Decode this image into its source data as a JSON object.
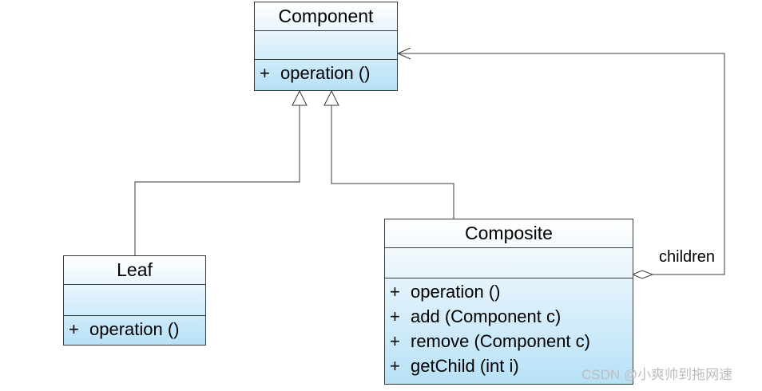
{
  "classes": {
    "component": {
      "name": "Component",
      "operations": [
        {
          "visibility": "+",
          "signature": "operation ()"
        }
      ]
    },
    "leaf": {
      "name": "Leaf",
      "operations": [
        {
          "visibility": "+",
          "signature": "operation ()"
        }
      ]
    },
    "composite": {
      "name": "Composite",
      "operations": [
        {
          "visibility": "+",
          "signature": "operation ()"
        },
        {
          "visibility": "+",
          "signature": "add (Component c)"
        },
        {
          "visibility": "+",
          "signature": "remove (Component c)"
        },
        {
          "visibility": "+",
          "signature": "getChild (int i)"
        }
      ]
    }
  },
  "relations": {
    "children_role": "children"
  },
  "watermark": "CSDN @小爽帅到拖网速",
  "colors": {
    "line": "#3a3a3a",
    "box_top": "#ffffff",
    "box_bottom": "#b7e1f7",
    "watermark": "#bdbdbd"
  }
}
